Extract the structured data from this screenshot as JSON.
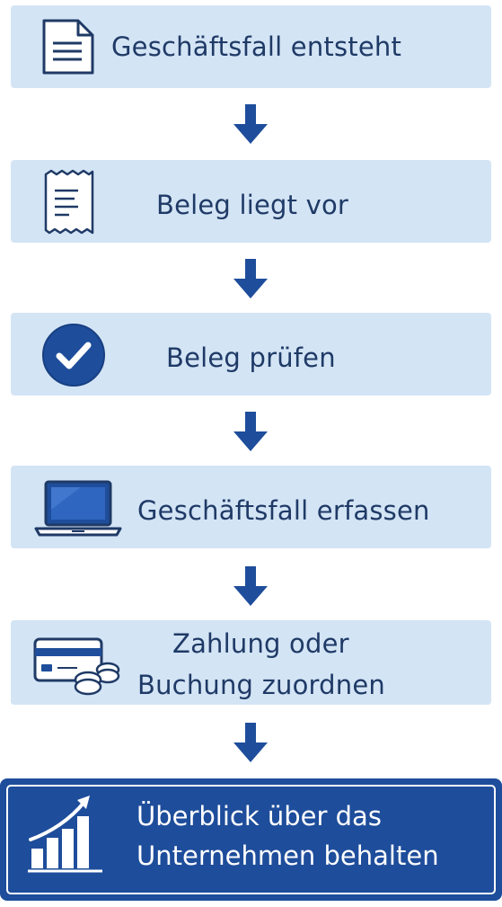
{
  "steps": [
    {
      "label": "Geschäftsfall entsteht",
      "icon": "document-icon"
    },
    {
      "label": "Beleg liegt vor",
      "icon": "receipt-icon"
    },
    {
      "label": "Beleg prüfen",
      "icon": "checkmark-icon"
    },
    {
      "label": "Geschäftsfall erfassen",
      "icon": "laptop-icon"
    },
    {
      "label_line1": "Zahlung oder",
      "label_line2": "Buchung zuordnen",
      "icon": "card-coins-icon"
    }
  ],
  "final": {
    "label_line1": "Überblick über das",
    "label_line2": "Unternehmen behalten",
    "icon": "growth-chart-icon"
  },
  "colors": {
    "box_fill": "#d3e4f5",
    "text": "#1f3a66",
    "accent": "#1e4d9b",
    "final_text": "#ffffff"
  }
}
